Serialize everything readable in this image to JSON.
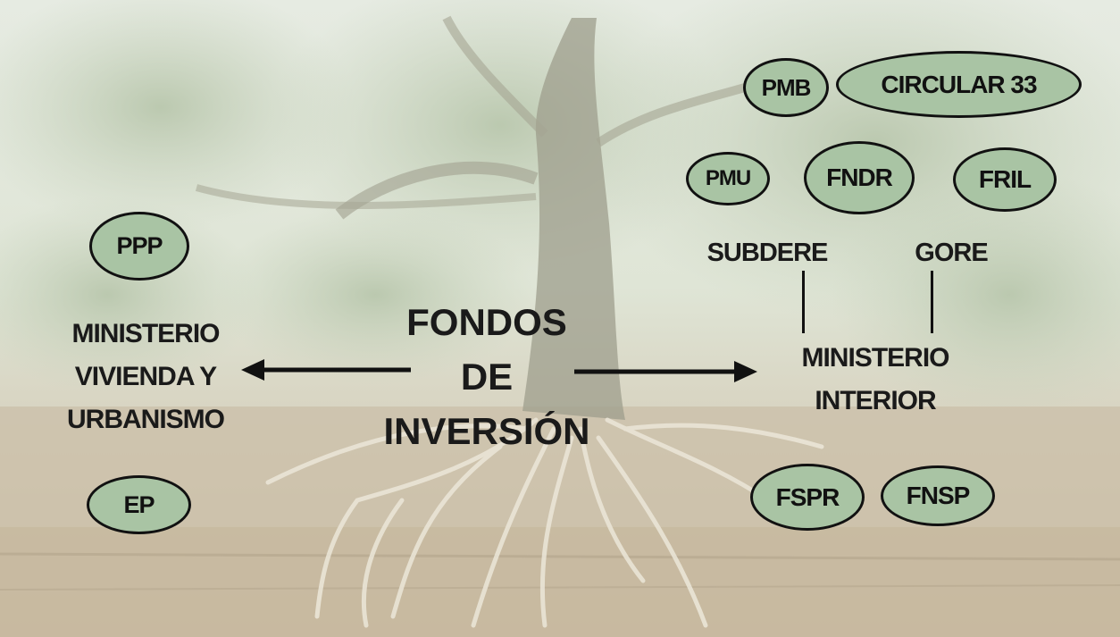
{
  "diagram": {
    "center": [
      "FONDOS",
      "DE",
      "INVERSIÓN"
    ],
    "left_branch": {
      "ministry": [
        "MINISTERIO",
        "VIVIENDA Y",
        "URBANISMO"
      ],
      "programs": [
        "PPP",
        "EP"
      ]
    },
    "right_branch": {
      "ministry": [
        "MINISTERIO",
        "INTERIOR"
      ],
      "agencies": [
        "SUBDERE",
        "GORE"
      ],
      "programs_top": [
        "PMB",
        "CIRCULAR 33",
        "PMU",
        "FNDR",
        "FRIL"
      ],
      "programs_bottom": [
        "FSPR",
        "FNSP"
      ]
    }
  },
  "colors": {
    "oval_fill": "#a9c4a4",
    "oval_border": "#111111",
    "text": "#1a1a1a"
  }
}
